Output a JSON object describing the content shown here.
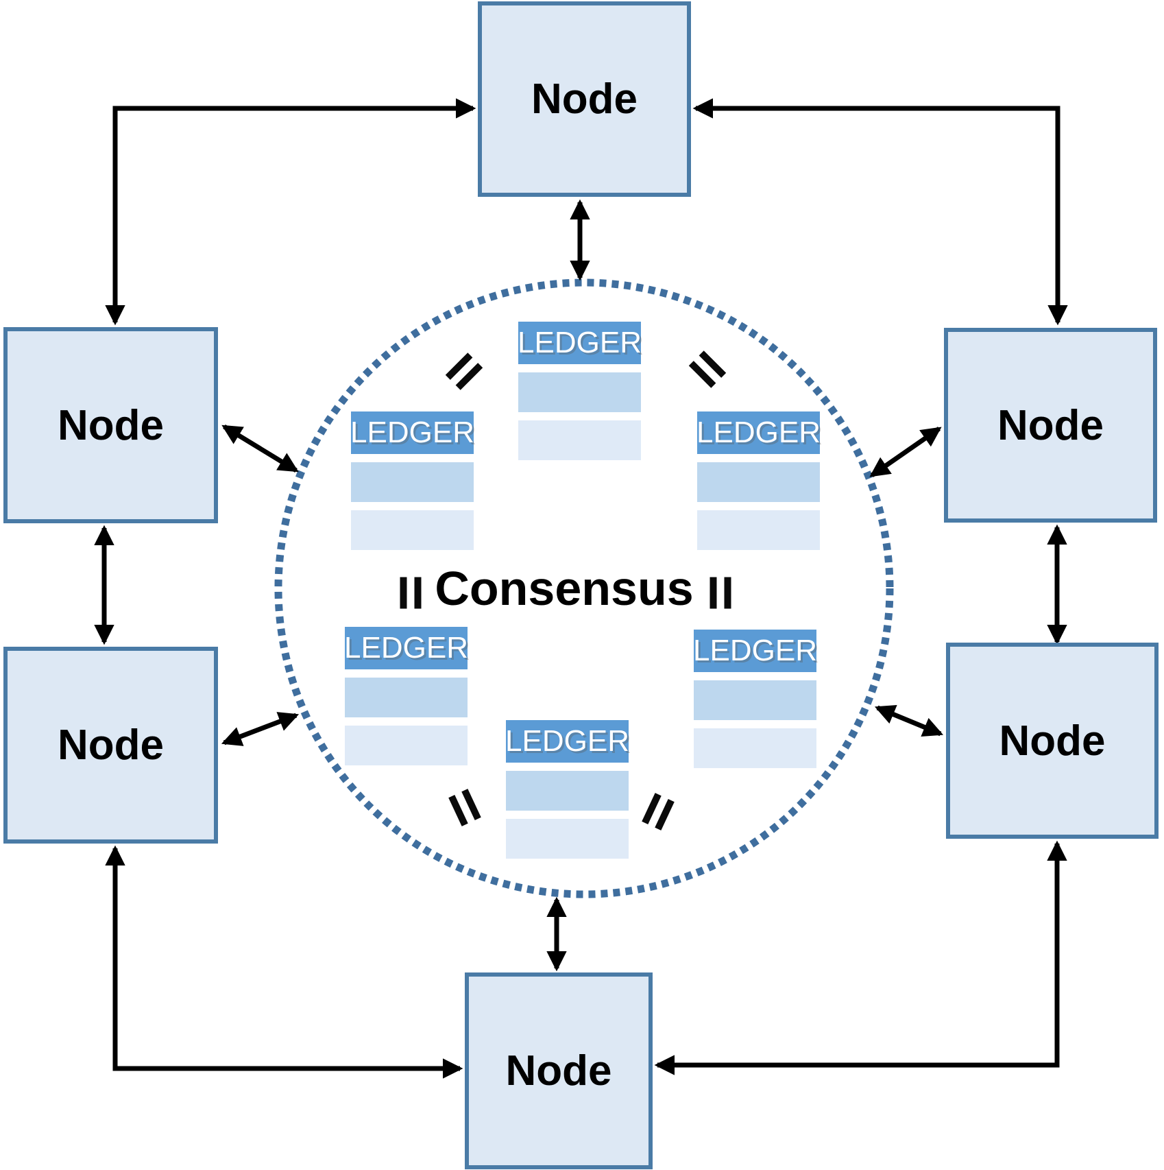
{
  "consensus_label": "Consensus",
  "equals_symbol": "=",
  "nodes": [
    {
      "position": "top",
      "label": "Node"
    },
    {
      "position": "left-upper",
      "label": "Node"
    },
    {
      "position": "left-lower",
      "label": "Node"
    },
    {
      "position": "right-upper",
      "label": "Node"
    },
    {
      "position": "right-lower",
      "label": "Node"
    },
    {
      "position": "bottom",
      "label": "Node"
    }
  ],
  "ledgers": [
    {
      "position": "top",
      "label": "LEDGER"
    },
    {
      "position": "middle-left",
      "label": "LEDGER"
    },
    {
      "position": "middle-right",
      "label": "LEDGER"
    },
    {
      "position": "bottom-left",
      "label": "LEDGER"
    },
    {
      "position": "bottom-right",
      "label": "LEDGER"
    },
    {
      "position": "bottom-center",
      "label": "LEDGER"
    }
  ],
  "connections": [
    {
      "from": "left-upper-node",
      "to": "top-node",
      "type": "elbow-double-arrow"
    },
    {
      "from": "top-node",
      "to": "right-upper-node",
      "type": "elbow-double-arrow"
    },
    {
      "from": "left-lower-node",
      "to": "bottom-node",
      "type": "elbow-double-arrow"
    },
    {
      "from": "bottom-node",
      "to": "right-lower-node",
      "type": "elbow-double-arrow"
    },
    {
      "from": "left-upper-node",
      "to": "left-lower-node",
      "type": "double-arrow"
    },
    {
      "from": "right-upper-node",
      "to": "right-lower-node",
      "type": "double-arrow"
    },
    {
      "from": "top-node",
      "to": "consensus-circle",
      "type": "double-arrow"
    },
    {
      "from": "bottom-node",
      "to": "consensus-circle",
      "type": "double-arrow"
    },
    {
      "from": "left-upper-node",
      "to": "consensus-circle",
      "type": "double-arrow"
    },
    {
      "from": "left-lower-node",
      "to": "consensus-circle",
      "type": "double-arrow"
    },
    {
      "from": "right-upper-node",
      "to": "consensus-circle",
      "type": "double-arrow"
    },
    {
      "from": "right-lower-node",
      "to": "consensus-circle",
      "type": "double-arrow"
    }
  ],
  "colors": {
    "node_fill": "#dde8f4",
    "node_border": "#4a7ba6",
    "ledger_header": "#5b9bd5",
    "ledger_row_dark": "#bdd7ee",
    "ledger_row_light": "#dfeaf7",
    "circle_dots": "#3f6e9e",
    "arrow": "#000000",
    "ledger_text": "#ffffff",
    "label_text": "#000000"
  }
}
